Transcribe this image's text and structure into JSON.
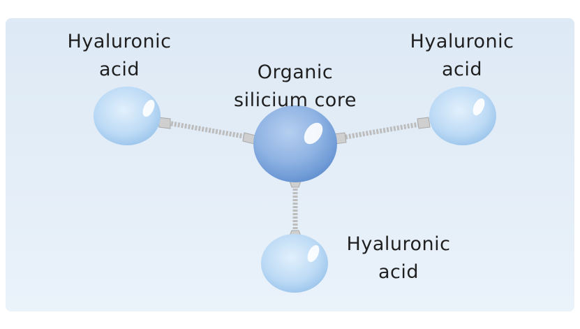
{
  "diagram": {
    "core": {
      "lines": [
        "Organic",
        "silicium core"
      ]
    },
    "nodes": [
      {
        "id": "left",
        "lines": [
          "Hyaluronic",
          "acid"
        ]
      },
      {
        "id": "right",
        "lines": [
          "Hyaluronic",
          "acid"
        ]
      },
      {
        "id": "bottom",
        "lines": [
          "Hyaluronic",
          "acid"
        ]
      }
    ],
    "colors": {
      "panel": "#e4eff8",
      "core_sphere": "#8fb3e3",
      "node_sphere": "#bcdaf5",
      "connector": "#b9b9b9",
      "text": "#1f1f1f"
    }
  }
}
